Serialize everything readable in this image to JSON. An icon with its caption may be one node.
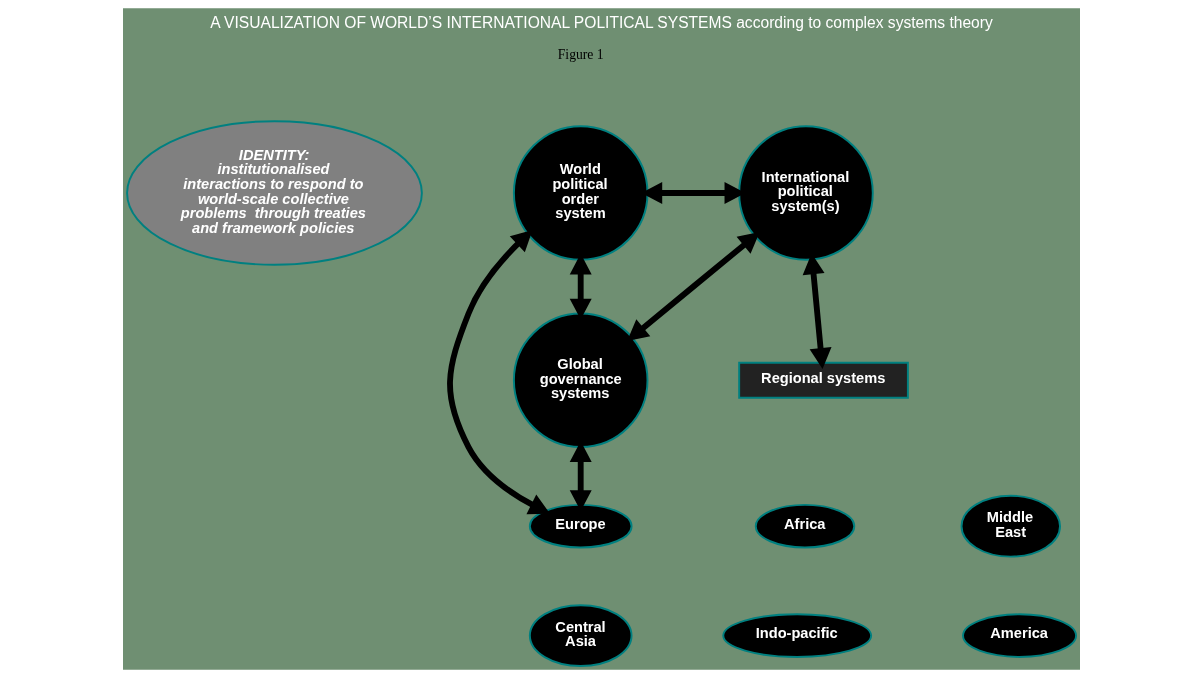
{
  "diagram": {
    "title": "A VISUALIZATION OF WORLD’S INTERNATIONAL POLITICAL SYSTEMS according to complex systems theory",
    "nodes": [
      {
        "text": [
          "World political order system"
        ]
      },
      {
        "text": [
          "IDENTITY: institutionalised interactions to respond to world-scale collective problems  through treaties and framework policies"
        ]
      },
      {
        "text": [
          "International political system(s)"
        ]
      },
      {
        "text": [
          "Global governance systems"
        ]
      },
      {
        "text": [
          "Regional systems"
        ]
      },
      {
        "text": [
          "Europe"
        ]
      },
      {
        "text": [
          "Africa"
        ]
      },
      {
        "text": [
          "Middle East"
        ]
      },
      {
        "text": [
          "Central Asia"
        ]
      },
      {
        "text": [
          "Indo-pacific"
        ]
      },
      {
        "text": [
          "America"
        ]
      }
    ],
    "edges": [
      {
        "from": 0,
        "to": 2,
        "arrow": "both"
      },
      {
        "from": 0,
        "to": 3,
        "arrow": "both"
      },
      {
        "from": 0,
        "to": 5,
        "arrow": "both"
      },
      {
        "from": 2,
        "to": 3,
        "arrow": "both"
      },
      {
        "from": 2,
        "to": 4,
        "arrow": "both"
      },
      {
        "from": 3,
        "to": 5,
        "arrow": "both"
      }
    ],
    "labels": [
      "Figure 1"
    ]
  }
}
